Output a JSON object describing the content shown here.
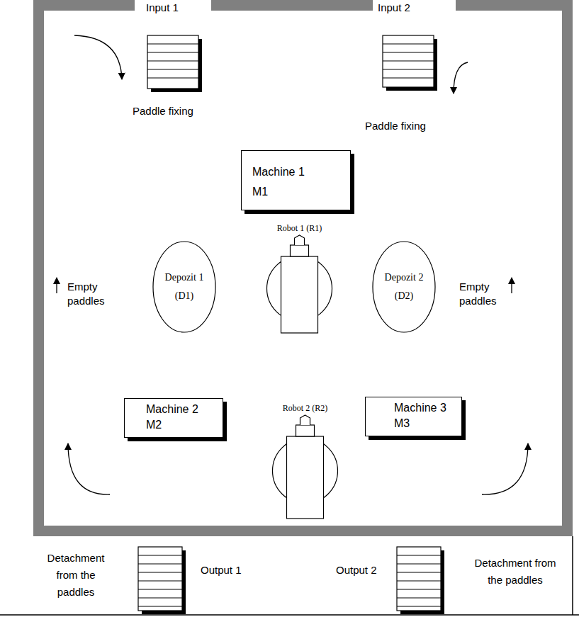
{
  "diagram": {
    "nodes": [
      {
        "text": [
          "Machine 1",
          "M1"
        ]
      },
      {
        "text": [
          "Depozit 1",
          "(D1)"
        ]
      },
      {
        "text": [
          "Robot 1 (R1)"
        ]
      },
      {
        "text": [
          "Depozit 2",
          "(D2)"
        ]
      },
      {
        "text": [
          "Machine 2",
          "M2"
        ]
      },
      {
        "text": [
          "Robot 2 (R2)"
        ]
      },
      {
        "text": [
          "Machine 3",
          "M3"
        ]
      }
    ],
    "labels": [
      "Input 1",
      "Input 2",
      "Paddle fixing",
      "Paddle fixing",
      "Empty paddles",
      "Empty paddles",
      "Detachment from the paddles",
      "Output 1",
      "Output 2",
      "Detachment from the paddles"
    ]
  }
}
